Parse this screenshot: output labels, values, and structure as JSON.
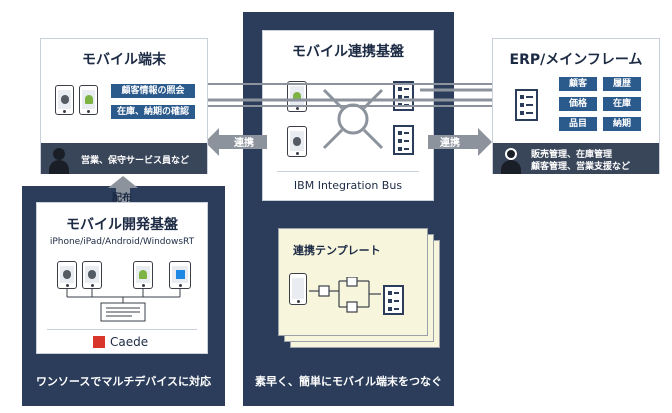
{
  "mobile_terminal": {
    "title": "モバイル端末",
    "tags": [
      "顧客情報の照会",
      "在庫、納期の確認"
    ],
    "user_caption": "営業、保守サービス員など"
  },
  "platform": {
    "title": "モバイル連携基盤",
    "product": "IBM Integration Bus",
    "footer": "素早く、簡単にモバイル端末をつなぐ"
  },
  "erp": {
    "title": "ERP/メインフレーム",
    "tags": [
      "顧客",
      "履歴",
      "価格",
      "在庫",
      "品目",
      "納期"
    ],
    "caption_lines": [
      "販売管理、在庫管理",
      "顧客管理、営業支援など"
    ]
  },
  "arrows": {
    "left_label": "連携",
    "right_label": "連携",
    "distribute_label": "配布"
  },
  "dev_platform": {
    "title": "モバイル開発基盤",
    "platforms": "iPhone/iPad/Android/WindowsRT",
    "brand": "Caede",
    "footer": "ワンソースでマルチデバイスに対応"
  },
  "template": {
    "title": "連携テンプレート"
  },
  "colors": {
    "navy": "#2b3d5a",
    "tag_blue": "#2b5a8c",
    "arrow_gray": "#8c939c",
    "android_green": "#7cb342",
    "windows_blue": "#1e88e5",
    "caede_red": "#d9362b",
    "template_bg": "#f7f5dc"
  }
}
